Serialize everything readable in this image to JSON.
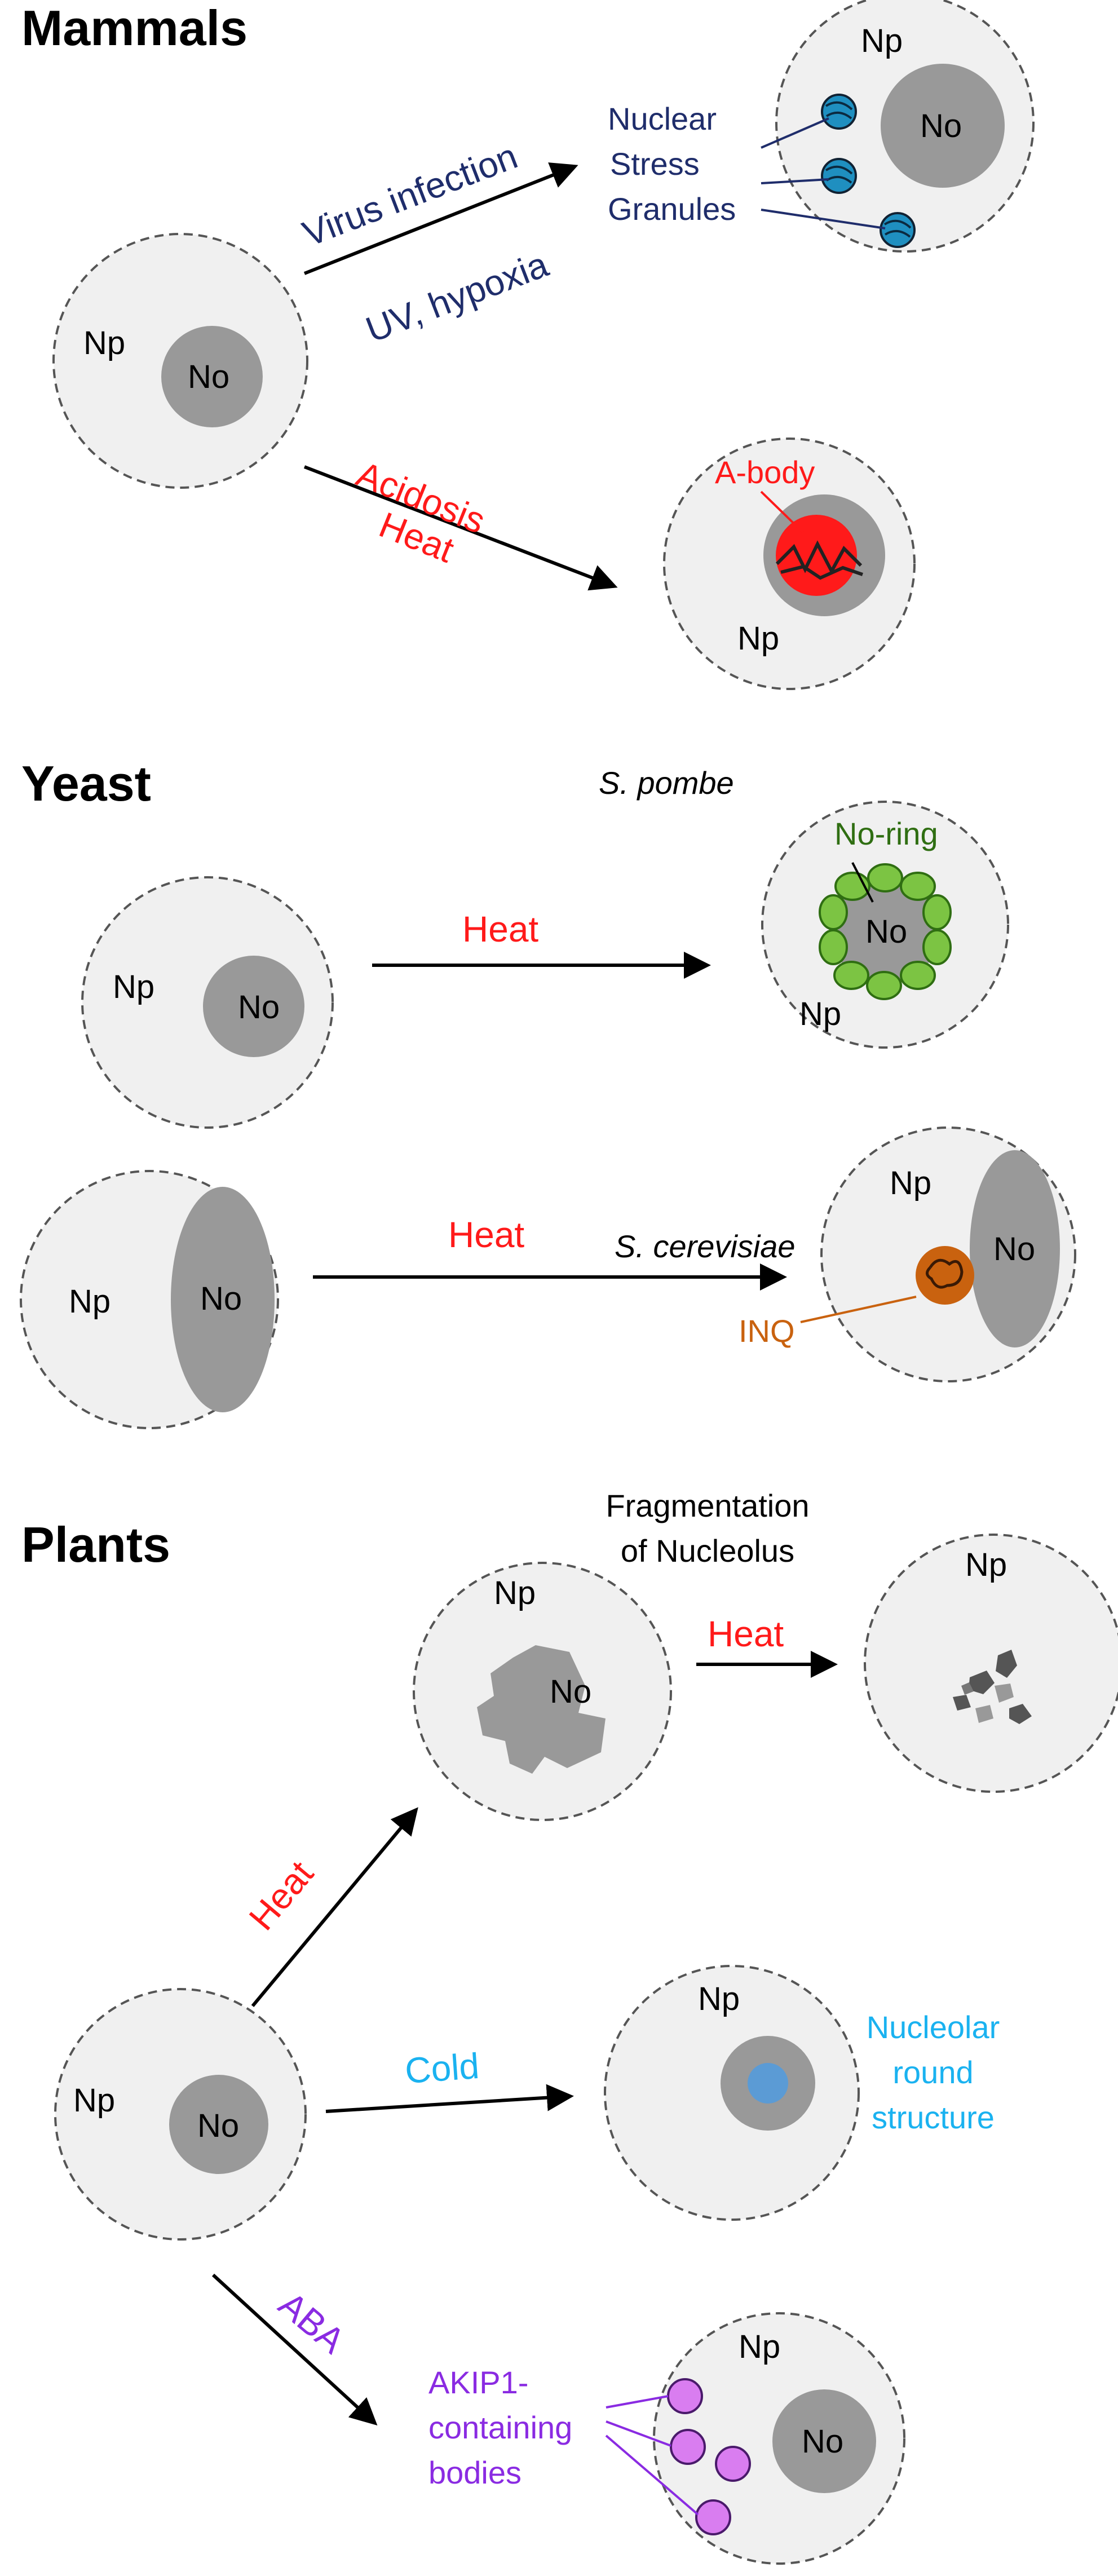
{
  "sections": {
    "mammals": "Mammals",
    "yeast": "Yeast",
    "plants": "Plants"
  },
  "compartments": {
    "np": "Np",
    "no": "No"
  },
  "mammals": {
    "virus": "Virus infection",
    "uv": "UV, hypoxia",
    "nsg_line1": "Nuclear",
    "nsg_line2": "Stress",
    "nsg_line3": "Granules",
    "acidosis": "Acidosis",
    "heat": "Heat",
    "abody": "A-body"
  },
  "yeast": {
    "pombe": "S. pombe",
    "cerevisiae": "S. cerevisiae",
    "heat": "Heat",
    "noring": "No-ring",
    "inq": "INQ"
  },
  "plants": {
    "frag_line1": "Fragmentation",
    "frag_line2": "of Nucleolus",
    "heat": "Heat",
    "cold": "Cold",
    "aba": "ABA",
    "nrs_line1": "Nucleolar",
    "nrs_line2": "round",
    "nrs_line3": "structure",
    "akip_line1": "AKIP1-",
    "akip_line2": "containing",
    "akip_line3": "bodies"
  },
  "colors": {
    "navy": "#1f2d6b",
    "red": "#ff1a1a",
    "green_body": "#7cc443",
    "orange": "#c9620f",
    "light_blue": "#1ab2f0",
    "purple": "#8a2be2",
    "nsg_blue": "#1f8fc0"
  }
}
